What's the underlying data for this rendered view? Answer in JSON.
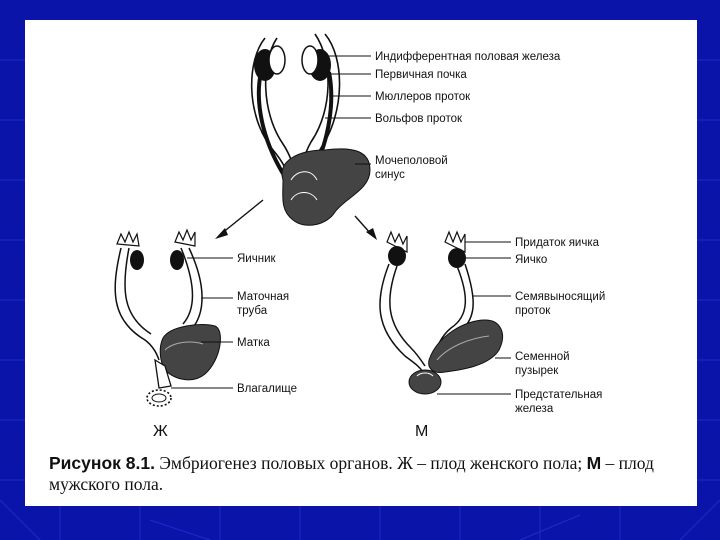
{
  "theme": {
    "background": "#0a14a8",
    "accent": "#2436d8",
    "card": "#ffffff",
    "ink": "#111111",
    "fill_dark": "#444444"
  },
  "embryo_labels": {
    "gonad": "Индифферентная половая железа",
    "kidney": "Первичная почка",
    "muller": "Мюллеров проток",
    "wolff": "Вольфов проток",
    "sinus_1": "Мочеполовой",
    "sinus_2": "синус"
  },
  "female_labels": {
    "ovary": "Яичник",
    "tube_1": "Маточная",
    "tube_2": "труба",
    "uterus": "Матка",
    "vagina": "Влагалище"
  },
  "male_labels": {
    "epididymis": "Придаток яичка",
    "testis": "Яичко",
    "vas_1": "Семявыносящий",
    "vas_2": "проток",
    "vesicle_1": "Семенной",
    "vesicle_2": "пузырек",
    "prostate_1": "Предстательная",
    "prostate_2": "железа"
  },
  "panel_letters": {
    "female": "Ж",
    "male": "М"
  },
  "caption": {
    "bold": "Рисунок 8.1.",
    "text": " Эмбриогенез половых органов. Ж – плод женского пола; ",
    "bold_m": "М",
    "text_end": " – плод мужского пола."
  }
}
